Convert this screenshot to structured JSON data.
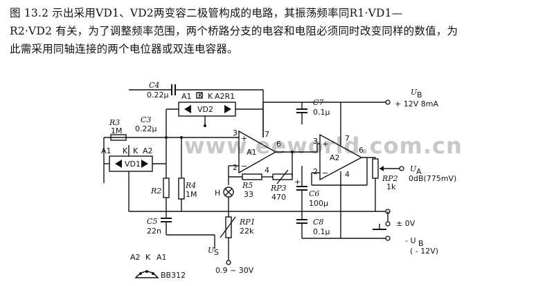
{
  "description_lines": [
    "图 13.2 示出采用VD1、VD2两变容二极管构成的电路，其振荡频率同R1·VD1—",
    "R2·VD2 有关，为了调整频率范围，两个桥路分支的电容和电阻必须同时改变同样的数值，为",
    "此需采用同轴连接的两个电位器或双连电容器。"
  ],
  "watermark": "www.eeworld.com.cn",
  "components": {
    "c4": "C4",
    "c4v": "0.22μ",
    "c3": "C3",
    "c3v": "0.22μ",
    "r3": "R3",
    "r3v": "1M",
    "vd2": "VD2",
    "vd1": "VD1",
    "a1": "A1",
    "a2": "A2",
    "k": "K",
    "r1": "A2R1",
    "r2": "R2",
    "r4": "R4",
    "r4v": "1M",
    "c5": "C5",
    "c5v": "22n",
    "c7": "C7",
    "c7v": "0.1μ",
    "c8": "C8",
    "c8v": "0.1μ",
    "c6": "C6",
    "c6v": "100μ",
    "r5": "R5",
    "r5v": "33",
    "rp3": "RP3",
    "rp3v": "470",
    "rp1": "RP1",
    "rp1v": "22k",
    "rp2": "RP2",
    "rp2v": "1k",
    "lamp": "H",
    "op1": "A1",
    "op2": "A2",
    "pin3": "3",
    "pin2": "2",
    "pin6": "6",
    "pin7": "7",
    "pin4": "4",
    "ub": "U",
    "ub_sub": "B",
    "ub_v": "+ 12V 8mA",
    "ua": "U",
    "ua_sub": "A",
    "ua_v": "0dB(775mV)",
    "gnd": "± 0V",
    "neg": "- U",
    "neg_sub": "B",
    "neg_v": "( - 12V)",
    "us": "U",
    "us_sub": "S",
    "us_v": "0.9 ~ 30V",
    "pkg_a2": "A2",
    "pkg_k": "K",
    "pkg_a1": "A1",
    "pkg_name": "BB312"
  }
}
